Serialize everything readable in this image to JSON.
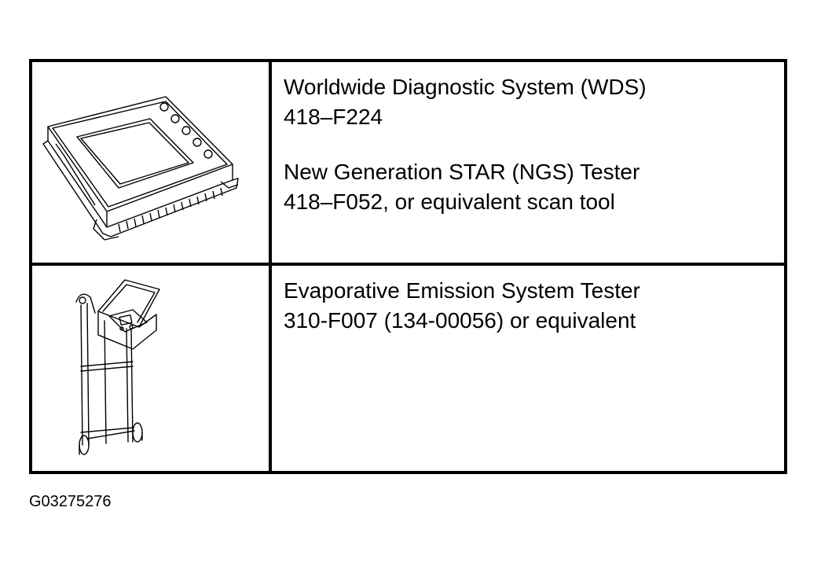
{
  "rows": [
    {
      "entries": [
        {
          "name": "Worldwide Diagnostic System (WDS)",
          "number": "418–F224"
        },
        {
          "name": "New Generation STAR (NGS) Tester",
          "number": "418–F052, or equivalent scan tool"
        }
      ],
      "illustration": "diagnostic-tablet-icon"
    },
    {
      "entries": [
        {
          "name": "Evaporative Emission System Tester",
          "number": "310-F007 (134-00056) or equivalent"
        }
      ],
      "illustration": "evap-tester-cart-icon"
    }
  ],
  "figure_id": "G03275276"
}
